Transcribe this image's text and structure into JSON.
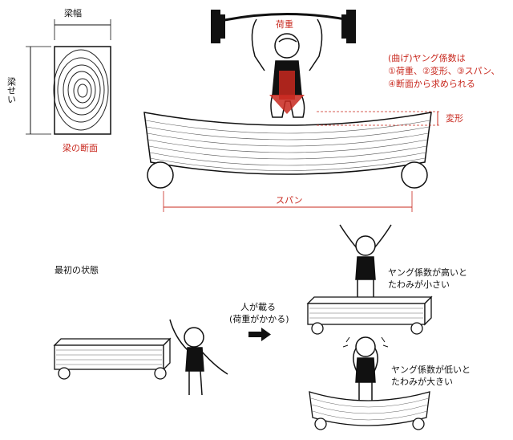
{
  "colors": {
    "accent": "#c8281e",
    "ink": "#111111"
  },
  "labels": {
    "beam_width": "梁幅",
    "beam_depth": "梁せい",
    "beam_section": "梁の断面",
    "load": "荷重",
    "young_lines": [
      "(曲げ)ヤング係数は",
      "①荷重、②変形、③スパン、",
      "④断面から求められる"
    ],
    "deflection": "変形",
    "span": "スパン",
    "initial_state": "最初の状態",
    "person_on_lines": [
      "人が載る",
      "(荷重がかかる)"
    ],
    "high_young_lines": [
      "ヤング係数が高いと",
      "たわみが小さい"
    ],
    "low_young_lines": [
      "ヤング係数が低いと",
      "たわみが大きい"
    ]
  },
  "icons": [
    "arrow-right-icon",
    "barbell-icon",
    "wood-grain-rings"
  ]
}
